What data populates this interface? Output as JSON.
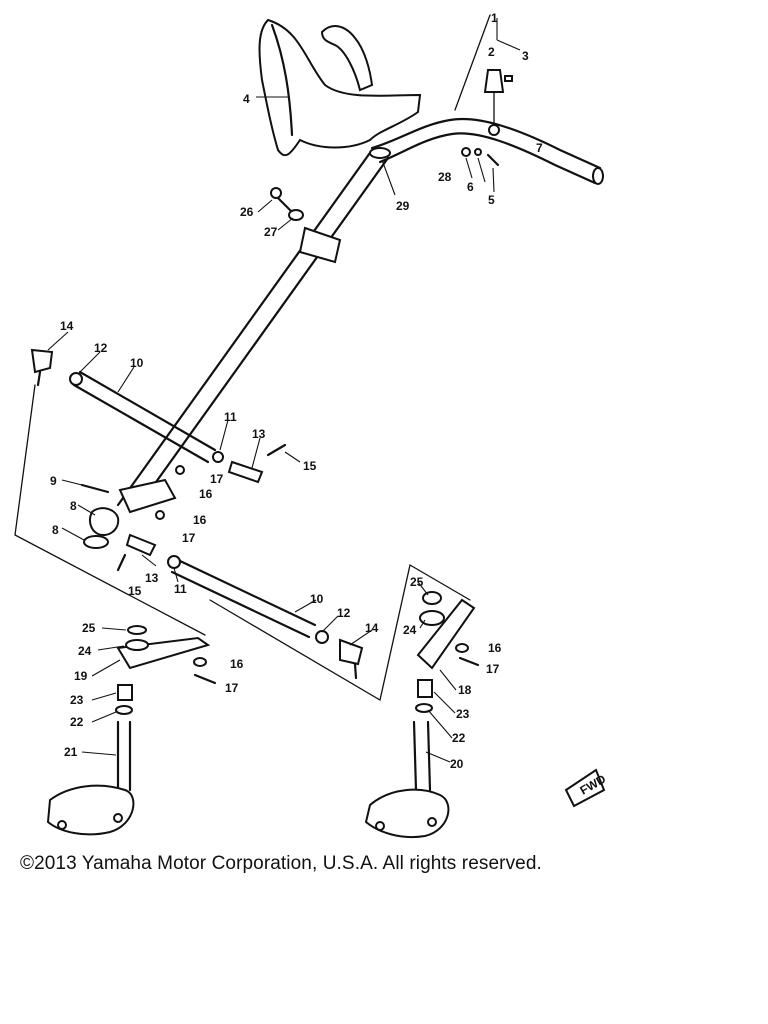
{
  "diagram": {
    "callouts": [
      {
        "id": "c1",
        "label": "1"
      },
      {
        "id": "c2",
        "label": "2"
      },
      {
        "id": "c3",
        "label": "3"
      },
      {
        "id": "c4",
        "label": "4"
      },
      {
        "id": "c5",
        "label": "5"
      },
      {
        "id": "c6",
        "label": "6"
      },
      {
        "id": "c7",
        "label": "7"
      },
      {
        "id": "c8",
        "label": "8"
      },
      {
        "id": "c8b",
        "label": "8"
      },
      {
        "id": "c9",
        "label": "9"
      },
      {
        "id": "c10a",
        "label": "10"
      },
      {
        "id": "c10b",
        "label": "10"
      },
      {
        "id": "c11a",
        "label": "11"
      },
      {
        "id": "c11b",
        "label": "11"
      },
      {
        "id": "c12a",
        "label": "12"
      },
      {
        "id": "c12b",
        "label": "12"
      },
      {
        "id": "c13a",
        "label": "13"
      },
      {
        "id": "c13b",
        "label": "13"
      },
      {
        "id": "c14a",
        "label": "14"
      },
      {
        "id": "c14b",
        "label": "14"
      },
      {
        "id": "c15a",
        "label": "15"
      },
      {
        "id": "c15b",
        "label": "15"
      },
      {
        "id": "c16a",
        "label": "16"
      },
      {
        "id": "c16b",
        "label": "16"
      },
      {
        "id": "c16c",
        "label": "16"
      },
      {
        "id": "c16d",
        "label": "16"
      },
      {
        "id": "c17a",
        "label": "17"
      },
      {
        "id": "c17b",
        "label": "17"
      },
      {
        "id": "c17c",
        "label": "17"
      },
      {
        "id": "c17d",
        "label": "17"
      },
      {
        "id": "c18",
        "label": "18"
      },
      {
        "id": "c19",
        "label": "19"
      },
      {
        "id": "c20",
        "label": "20"
      },
      {
        "id": "c21",
        "label": "21"
      },
      {
        "id": "c22a",
        "label": "22"
      },
      {
        "id": "c22b",
        "label": "22"
      },
      {
        "id": "c23a",
        "label": "23"
      },
      {
        "id": "c23b",
        "label": "23"
      },
      {
        "id": "c24a",
        "label": "24"
      },
      {
        "id": "c24b",
        "label": "24"
      },
      {
        "id": "c25a",
        "label": "25"
      },
      {
        "id": "c25b",
        "label": "25"
      },
      {
        "id": "c26",
        "label": "26"
      },
      {
        "id": "c27",
        "label": "27"
      },
      {
        "id": "c28",
        "label": "28"
      },
      {
        "id": "c29",
        "label": "29"
      }
    ],
    "fwd_marker": "FWD"
  },
  "copyright": "©2013 Yamaha Motor Corporation, U.S.A. All rights reserved."
}
